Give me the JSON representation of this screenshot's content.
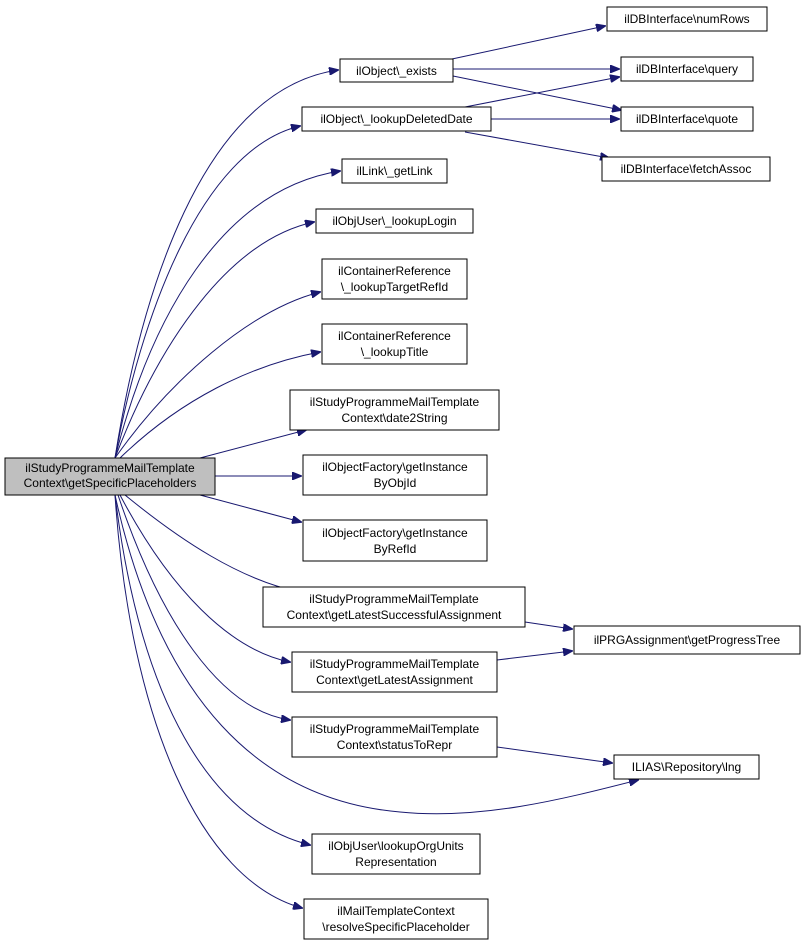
{
  "nodes": {
    "root": [
      "ilStudyProgrammeMailTemplate",
      "Context\\getSpecificPlaceholders"
    ],
    "exists": [
      "ilObject\\_exists"
    ],
    "lookupDeletedDate": [
      "ilObject\\_lookupDeletedDate"
    ],
    "getLink": [
      "ilLink\\_getLink"
    ],
    "lookupLogin": [
      "ilObjUser\\_lookupLogin"
    ],
    "lookupTargetRefId": [
      "ilContainerReference",
      "\\_lookupTargetRefId"
    ],
    "lookupTitle": [
      "ilContainerReference",
      "\\_lookupTitle"
    ],
    "date2String": [
      "ilStudyProgrammeMailTemplate",
      "Context\\date2String"
    ],
    "getInstanceByObjId": [
      "ilObjectFactory\\getInstance",
      "ByObjId"
    ],
    "getInstanceByRefId": [
      "ilObjectFactory\\getInstance",
      "ByRefId"
    ],
    "getLatestSuccessfulAssignment": [
      "ilStudyProgrammeMailTemplate",
      "Context\\getLatestSuccessfulAssignment"
    ],
    "getLatestAssignment": [
      "ilStudyProgrammeMailTemplate",
      "Context\\getLatestAssignment"
    ],
    "statusToRepr": [
      "ilStudyProgrammeMailTemplate",
      "Context\\statusToRepr"
    ],
    "lookupOrgUnitsRepresentation": [
      "ilObjUser\\lookupOrgUnits",
      "Representation"
    ],
    "resolveSpecificPlaceholder": [
      "ilMailTemplateContext",
      "\\resolveSpecificPlaceholder"
    ],
    "numRows": [
      "ilDBInterface\\numRows"
    ],
    "query": [
      "ilDBInterface\\query"
    ],
    "quote": [
      "ilDBInterface\\quote"
    ],
    "fetchAssoc": [
      "ilDBInterface\\fetchAssoc"
    ],
    "getProgressTree": [
      "ilPRGAssignment\\getProgressTree"
    ],
    "lng": [
      "ILIAS\\Repository\\lng"
    ]
  },
  "colors": {
    "edge": "#191970",
    "root_fill": "#bfbfbf",
    "node_fill": "#ffffff"
  }
}
